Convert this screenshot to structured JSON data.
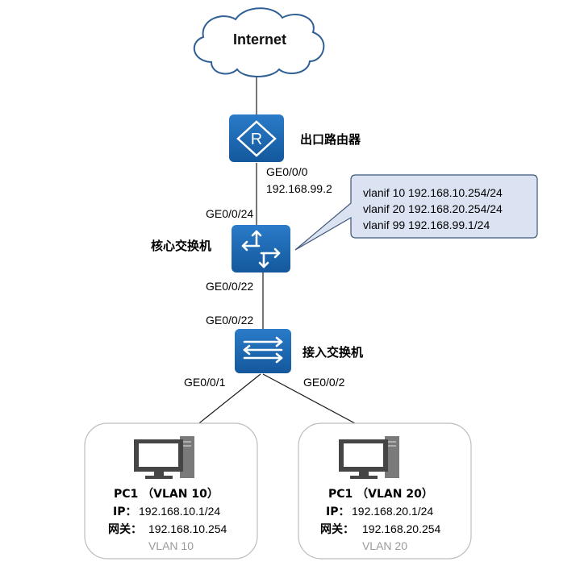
{
  "cloud": {
    "label": "Internet"
  },
  "router": {
    "label": "出口路由器",
    "port": "GE0/0/0",
    "ip": "192.168.99.2"
  },
  "core_switch": {
    "label": "核心交换机",
    "port_up": "GE0/0/24",
    "port_down": "GE0/0/22",
    "callout": [
      "vlanif 10 192.168.10.254/24",
      "vlanif 20 192.168.20.254/24",
      "vlanif 99 192.168.99.1/24"
    ]
  },
  "access_switch": {
    "label": "接入交换机",
    "port_up": "GE0/0/22",
    "port_left": "GE0/0/1",
    "port_right": "GE0/0/2"
  },
  "pcs": [
    {
      "title": "PC1 （VLAN 10）",
      "ip_label": "IP：",
      "ip": "192.168.10.1/24",
      "gw_label": "网关：",
      "gw": "192.168.10.254",
      "group": "VLAN 10"
    },
    {
      "title": "PC1 （VLAN 20）",
      "ip_label": "IP：",
      "ip": "192.168.20.1/24",
      "gw_label": "网关：",
      "gw": "192.168.20.254",
      "group": "VLAN 20"
    }
  ],
  "colors": {
    "device_blue": "#1a63ad",
    "callout_fill": "#dbe3f2",
    "box_border": "#bdbdbd",
    "pc_dark": "#454545"
  }
}
